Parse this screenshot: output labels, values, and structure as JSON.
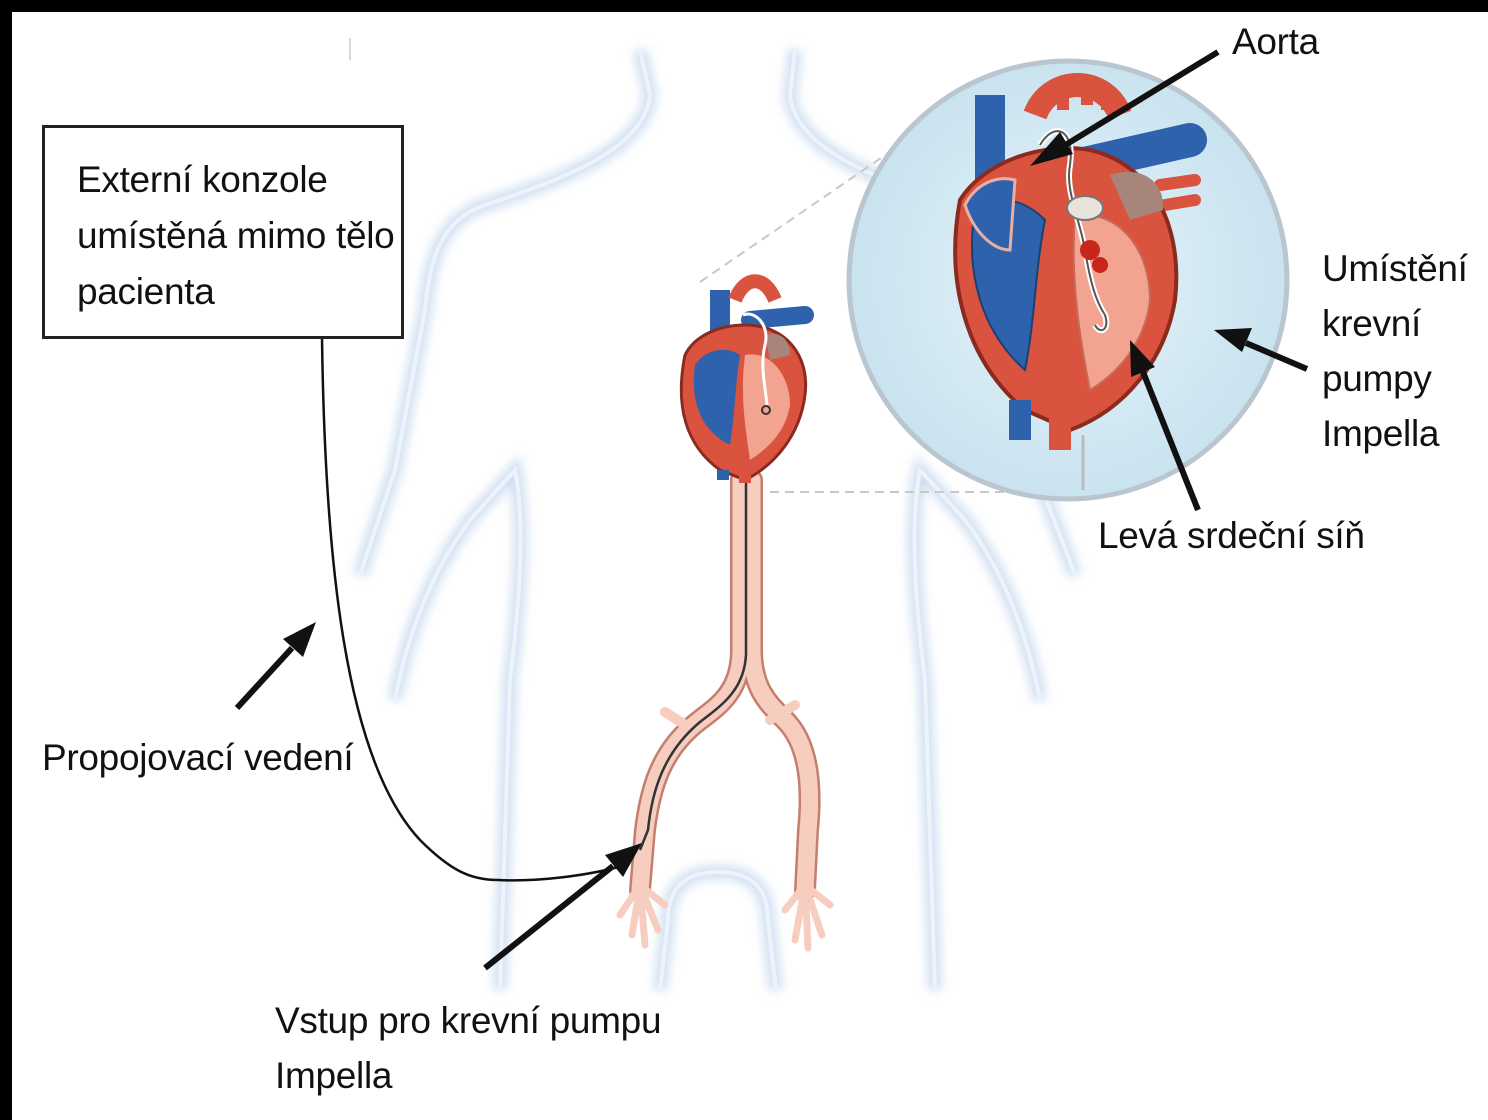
{
  "labels": {
    "console": "Externí konzole\numístěná mimo tělo\npacienta",
    "aorta": "Aorta",
    "pump_location": "Umístění\nkrevní\npumpy\nImpella",
    "left_atrium": "Levá srdeční síň",
    "connecting_line": "Propojovací vedení",
    "pump_entry": "Vstup pro krevní pumpu\nImpella"
  },
  "colors": {
    "background": "#000000",
    "body_outline": "#dfeaf7",
    "heart_red": "#d9533f",
    "heart_blue": "#2f62ad",
    "vessel_pink": "#f4c6b8",
    "zoom_circle_fill": "#d6ecf6",
    "arrow": "#111111"
  }
}
